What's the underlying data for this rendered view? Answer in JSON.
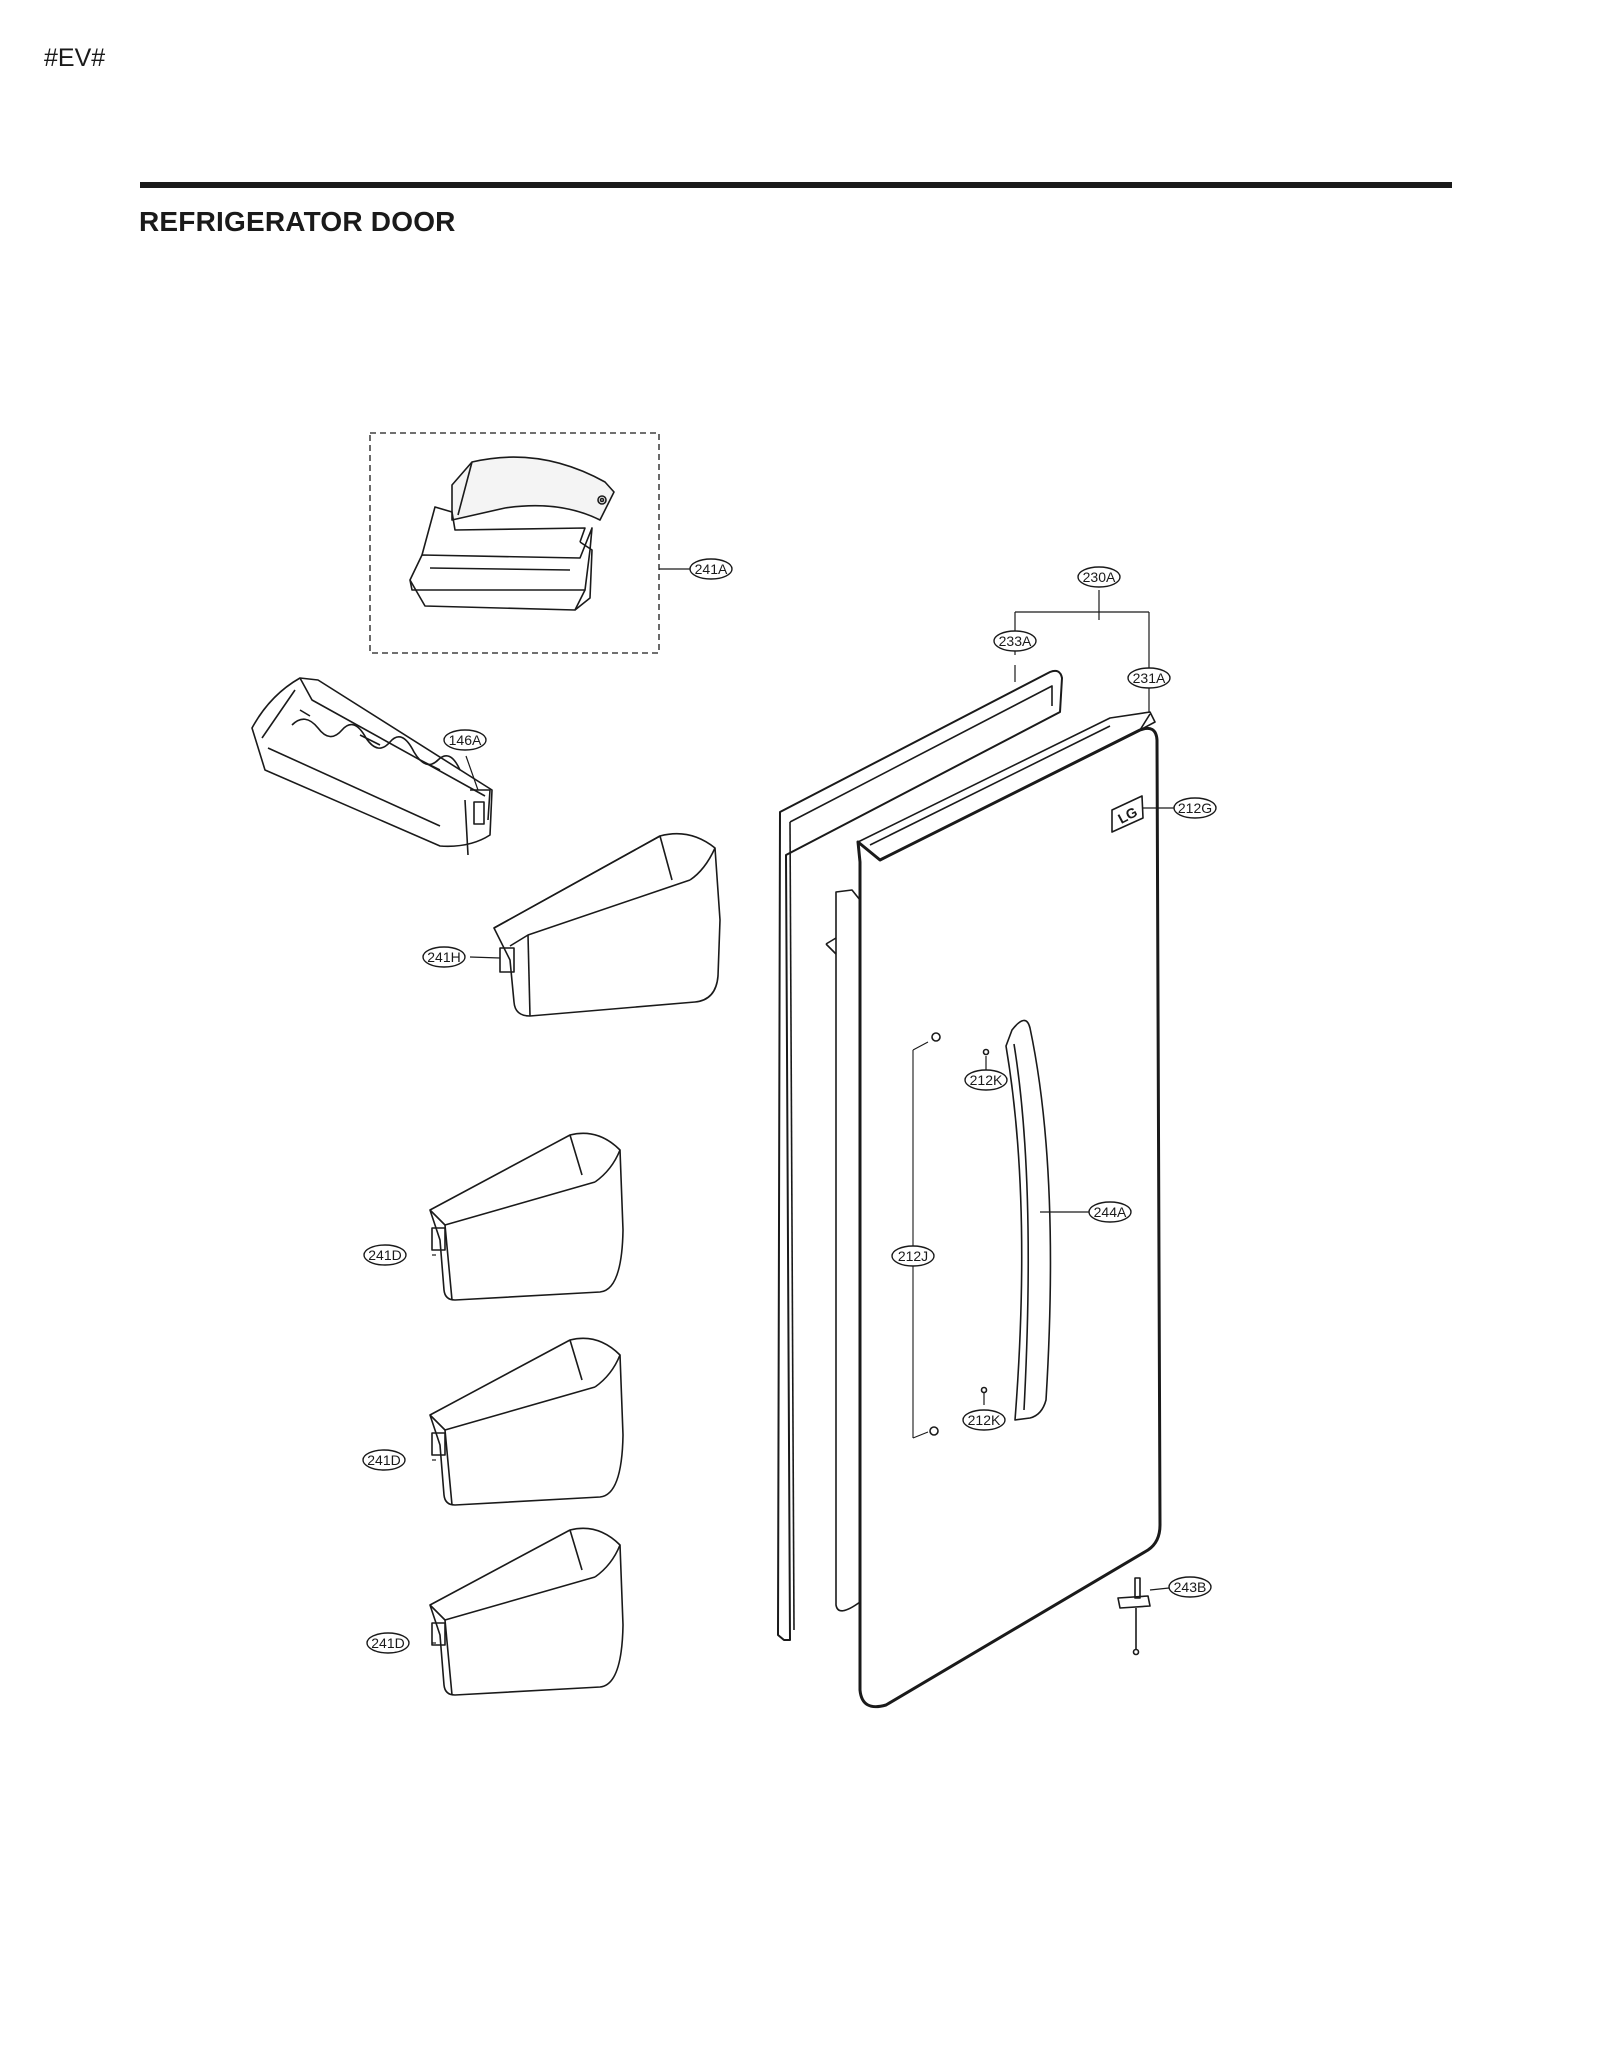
{
  "header": {
    "code": "#EV#",
    "title": "REFRIGERATOR DOOR"
  },
  "callouts": {
    "c241A": "241A",
    "c146A": "146A",
    "c241H": "241H",
    "c241D_1": "241D",
    "c241D_2": "241D",
    "c241D_3": "241D",
    "c230A": "230A",
    "c233A": "233A",
    "c231A": "231A",
    "c212G": "212G",
    "c212K_1": "212K",
    "c212K_2": "212K",
    "c212J": "212J",
    "c244A": "244A",
    "c243B": "243B"
  },
  "emblem": "LG"
}
